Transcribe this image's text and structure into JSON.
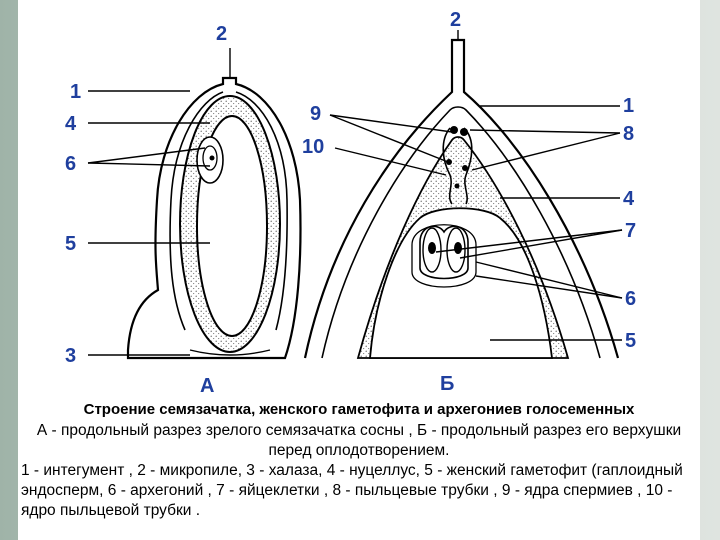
{
  "diagram": {
    "panel_a": {
      "title": "А",
      "labels": {
        "l1": "1",
        "l2": "2",
        "l3": "3",
        "l4": "4",
        "l5": "5",
        "l6": "6"
      }
    },
    "panel_b": {
      "title": "Б",
      "labels": {
        "l1": "1",
        "l2": "2",
        "l4": "4",
        "l5": "5",
        "l6": "6",
        "l7": "7",
        "l8": "8",
        "l9": "9",
        "l10": "10"
      }
    }
  },
  "caption": {
    "title": "Строение семязачатка, женского гаметофита и архегониев голосеменных",
    "subtitle": "А - продольный разрез зрелого семязачатка сосны , Б - продольный разрез его верхушки перед оплодотворением.",
    "legend": "1 - интегумент , 2 - микропиле, 3 - халаза, 4 - нуцеллус, 5 - женский гаметофит (гаплоидный эндосперм, 6 - архегоний , 7 - яйцеклетки , 8 - пыльцевые трубки , 9 - ядра спермиев , 10 - ядро пыльцевой трубки ."
  },
  "colors": {
    "label": "#1f3f9e",
    "ink": "#000000"
  }
}
